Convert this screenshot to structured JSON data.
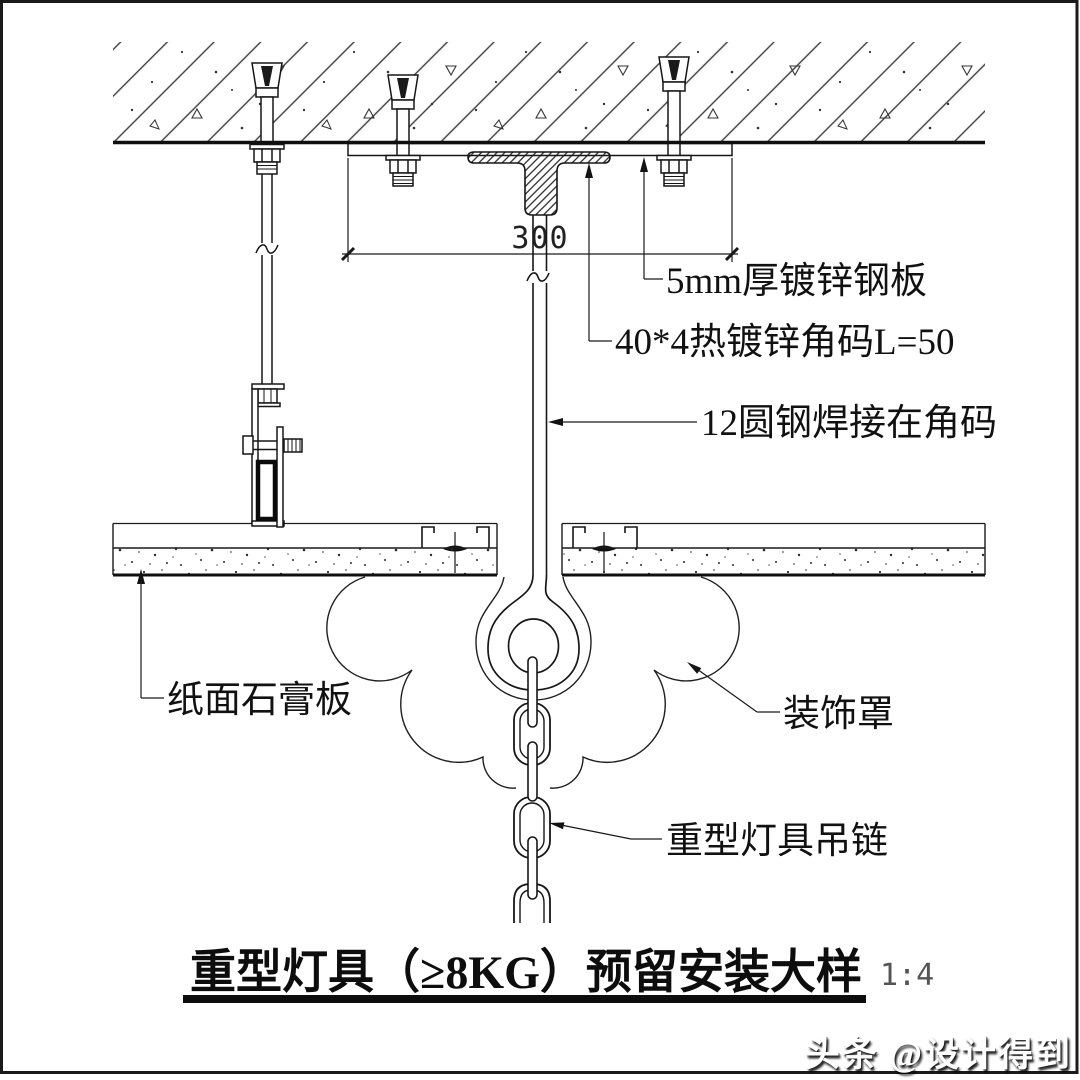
{
  "drawing": {
    "dimension": {
      "plate_width": "300"
    },
    "callouts": {
      "steel_plate": "5mm厚镀锌钢板",
      "angle_code": "40*4热镀锌角码L=50",
      "round_steel": "12圆钢焊接在角码",
      "gypsum_board": "纸面石膏板",
      "decorative_cover": "装饰罩",
      "chain": "重型灯具吊链"
    },
    "title": {
      "text": "重型灯具（≥8KG）预留安装大样",
      "scale": "1:4"
    }
  },
  "watermark": {
    "text": "头条 @设计得到"
  },
  "colors": {
    "line": "#1a1a1a",
    "scale_text": "#555555",
    "watermark": "#ffffff"
  }
}
